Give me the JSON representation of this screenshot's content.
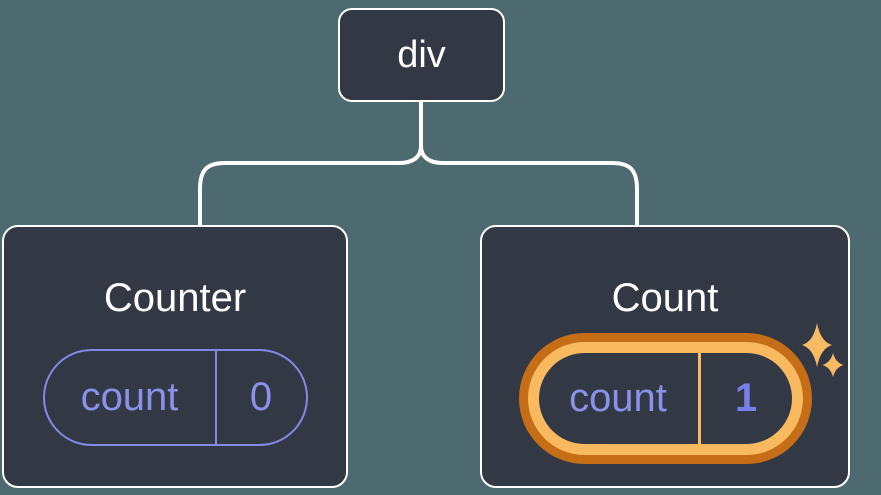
{
  "diagram": {
    "root": {
      "label": "div"
    },
    "children": [
      {
        "title": "Counter",
        "state": {
          "key": "count",
          "value": "0"
        },
        "highlighted": false
      },
      {
        "title": "Count",
        "state": {
          "key": "count",
          "value": "1"
        },
        "highlighted": true,
        "badge_icon": "sparkles-icon"
      }
    ]
  },
  "colors": {
    "background": "#4D6A70",
    "node_fill": "#333845",
    "node_border": "#FFFFFF",
    "connector": "#FFFFFF",
    "title_text": "#FFFFFF",
    "state_purple": "#8A91EA",
    "state_value_bold_purple": "#777FE8",
    "highlight_ring_dark": "#C66D17",
    "highlight_ring_light": "#F9B95F",
    "sparkle": "#F8BA62"
  }
}
